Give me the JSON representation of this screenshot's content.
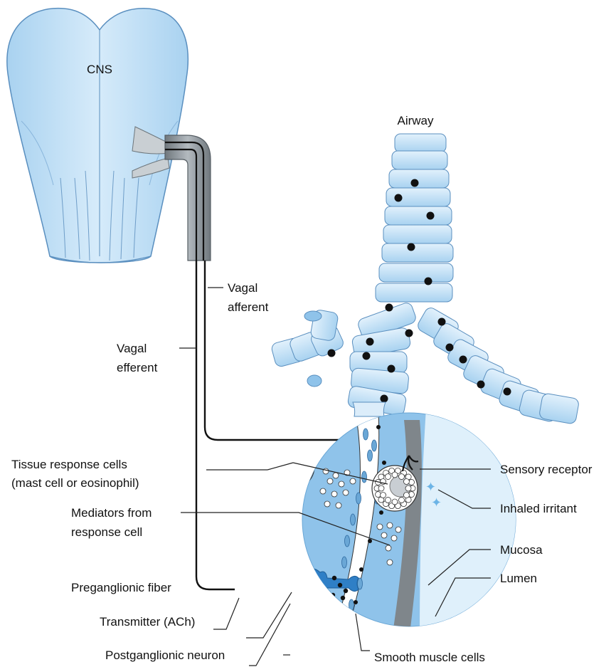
{
  "labels": {
    "cns": "CNS",
    "airway": "Airway",
    "vagal_afferent": [
      "Vagal",
      "afferent"
    ],
    "vagal_efferent": [
      "Vagal",
      "efferent"
    ],
    "tissue_response_cells": [
      "Tissue response cells",
      "(mast cell or eosinophil)"
    ],
    "mediators": [
      "Mediators from",
      "response cell"
    ],
    "preganglionic_fiber": "Preganglionic fiber",
    "transmitter": "Transmitter (ACh)",
    "postganglionic_neuron": "Postganglionic neuron",
    "sensory_receptor": "Sensory receptor",
    "inhaled_irritant": "Inhaled irritant",
    "mucosa": "Mucosa",
    "lumen": "Lumen",
    "smooth_muscle_cells": "Smooth muscle cells"
  },
  "colors": {
    "tissue_blue": "#bcdcf3",
    "tissue_stroke": "#5a8fbf",
    "circle_fill": "#8fc3ea",
    "nerve_gray": "#8e979e",
    "mucosa_gray": "#7f868b",
    "neuron_blue": "#2f7fc6",
    "irritant": "#6cb4e6"
  }
}
